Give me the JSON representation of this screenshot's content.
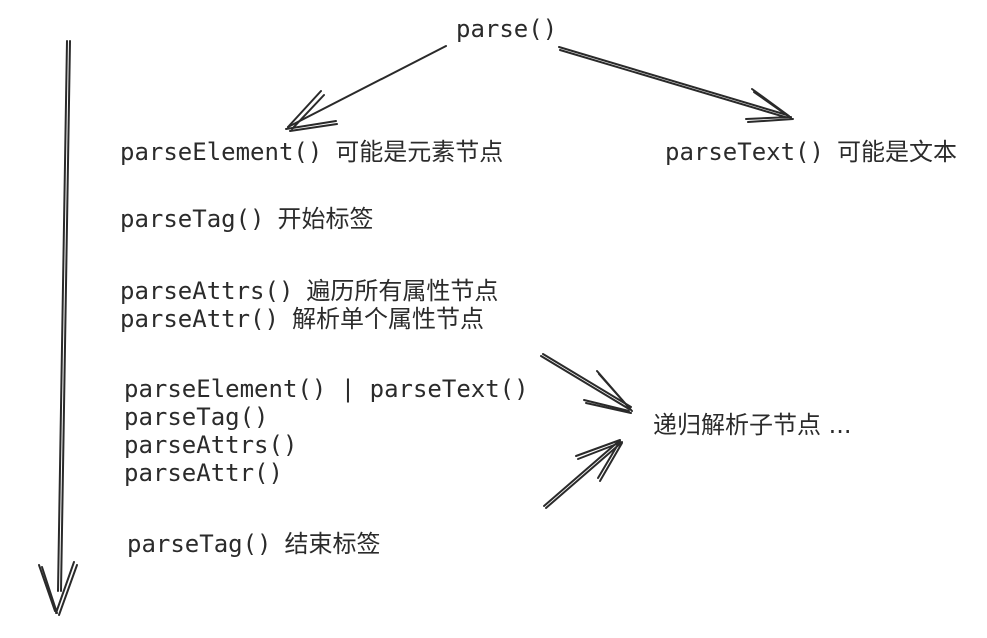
{
  "root": {
    "label": "parse()"
  },
  "branches": {
    "element": {
      "code": "parseElement()",
      "note": "可能是元素节点"
    },
    "text": {
      "code": "parseText()",
      "note": "可能是文本"
    }
  },
  "steps": {
    "tag_open": {
      "code": "parseTag()",
      "note": "开始标签"
    },
    "attrs": {
      "code": "parseAttrs()",
      "note": "遍历所有属性节点"
    },
    "attr": {
      "code": "parseAttr()",
      "note": "解析单个属性节点"
    },
    "children": {
      "lines": [
        "parseElement() | parseText()",
        "parseTag()",
        "parseAttrs()",
        "parseAttr()"
      ]
    },
    "recursion": {
      "note": "递归解析子节点 ..."
    },
    "tag_close": {
      "code": "parseTag()",
      "note": "结束标签"
    }
  },
  "colors": {
    "ink": "#2a2a2a",
    "background": "#ffffff"
  }
}
